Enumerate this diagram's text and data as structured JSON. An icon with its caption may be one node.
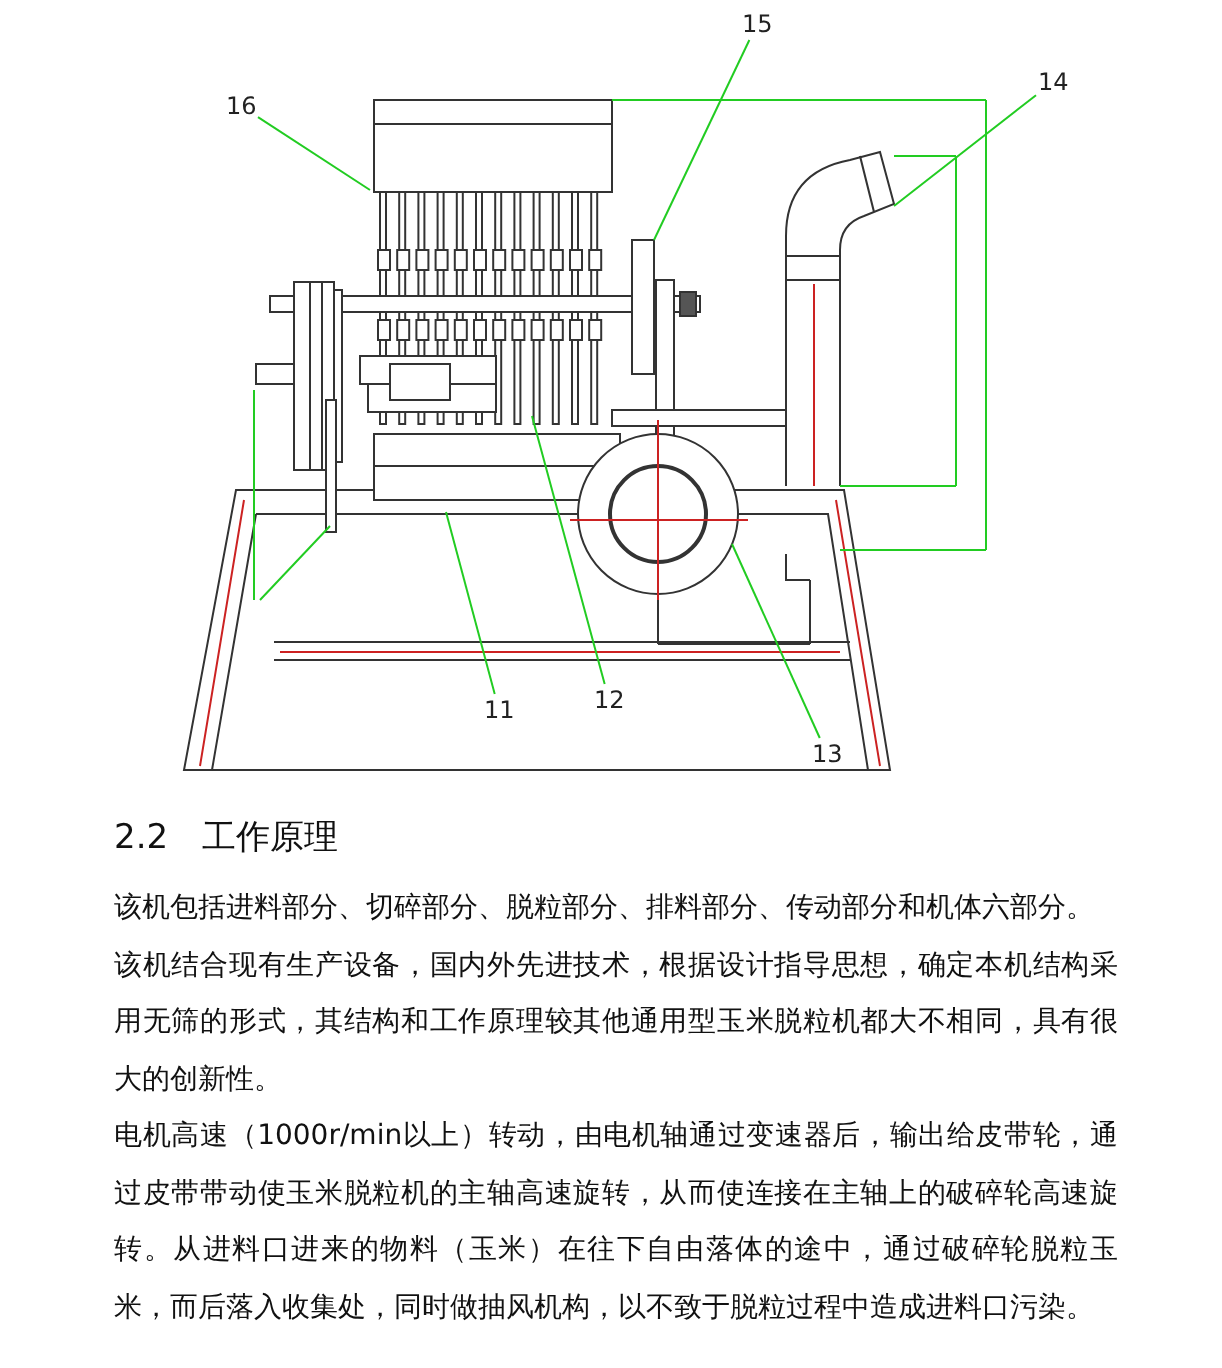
{
  "diagram": {
    "nodes": [
      {
        "text": [
          "15"
        ]
      },
      {
        "text": [
          "14"
        ]
      },
      {
        "text": [
          "16"
        ]
      },
      {
        "text": [
          "12"
        ]
      },
      {
        "text": [
          "11"
        ]
      },
      {
        "text": [
          "13"
        ]
      }
    ],
    "edges": [
      {
        "from": 0,
        "to": null,
        "arrow": "none"
      },
      {
        "from": 1,
        "to": null,
        "arrow": "none"
      },
      {
        "from": 2,
        "to": null,
        "arrow": "none"
      },
      {
        "from": 3,
        "to": null,
        "arrow": "none"
      },
      {
        "from": 4,
        "to": null,
        "arrow": "none"
      },
      {
        "from": 5,
        "to": null,
        "arrow": "none"
      }
    ],
    "labels": [
      "2.2　工作原理",
      "该机包括进料部分、切碎部分、脱粒部分、排料部分、传动部分和机体六部分。",
      "该机结合现有生产设备，国内外先进技术，根据设计指导思想，确定本机结构采用无筛的形式，其结构和工作原理较其他通用型玉米脱粒机都大不相同，具有很大的创新性。",
      "电机高速（1000r/min以上）转动，由电机轴通过变速器后，输出给皮带轮，通过皮带带动使玉米脱粒机的主轴高速旋转，从而使连接在主轴上的破碎轮高速旋转。从进料口进来的物料（玉米）在往下自由落体的途中，通过破碎轮脱粒玉米，而后落入收集处，同时做抽风机构，以不致于脱粒过程中造成进料口污染。"
    ]
  }
}
